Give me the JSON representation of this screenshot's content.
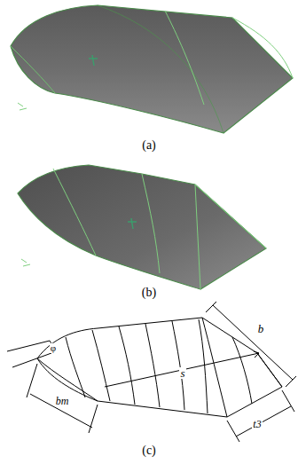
{
  "diagram": {
    "labels": [
      "(a)",
      "(b)",
      "φ",
      "b",
      "s",
      "bm",
      "t3",
      "(c)"
    ]
  }
}
